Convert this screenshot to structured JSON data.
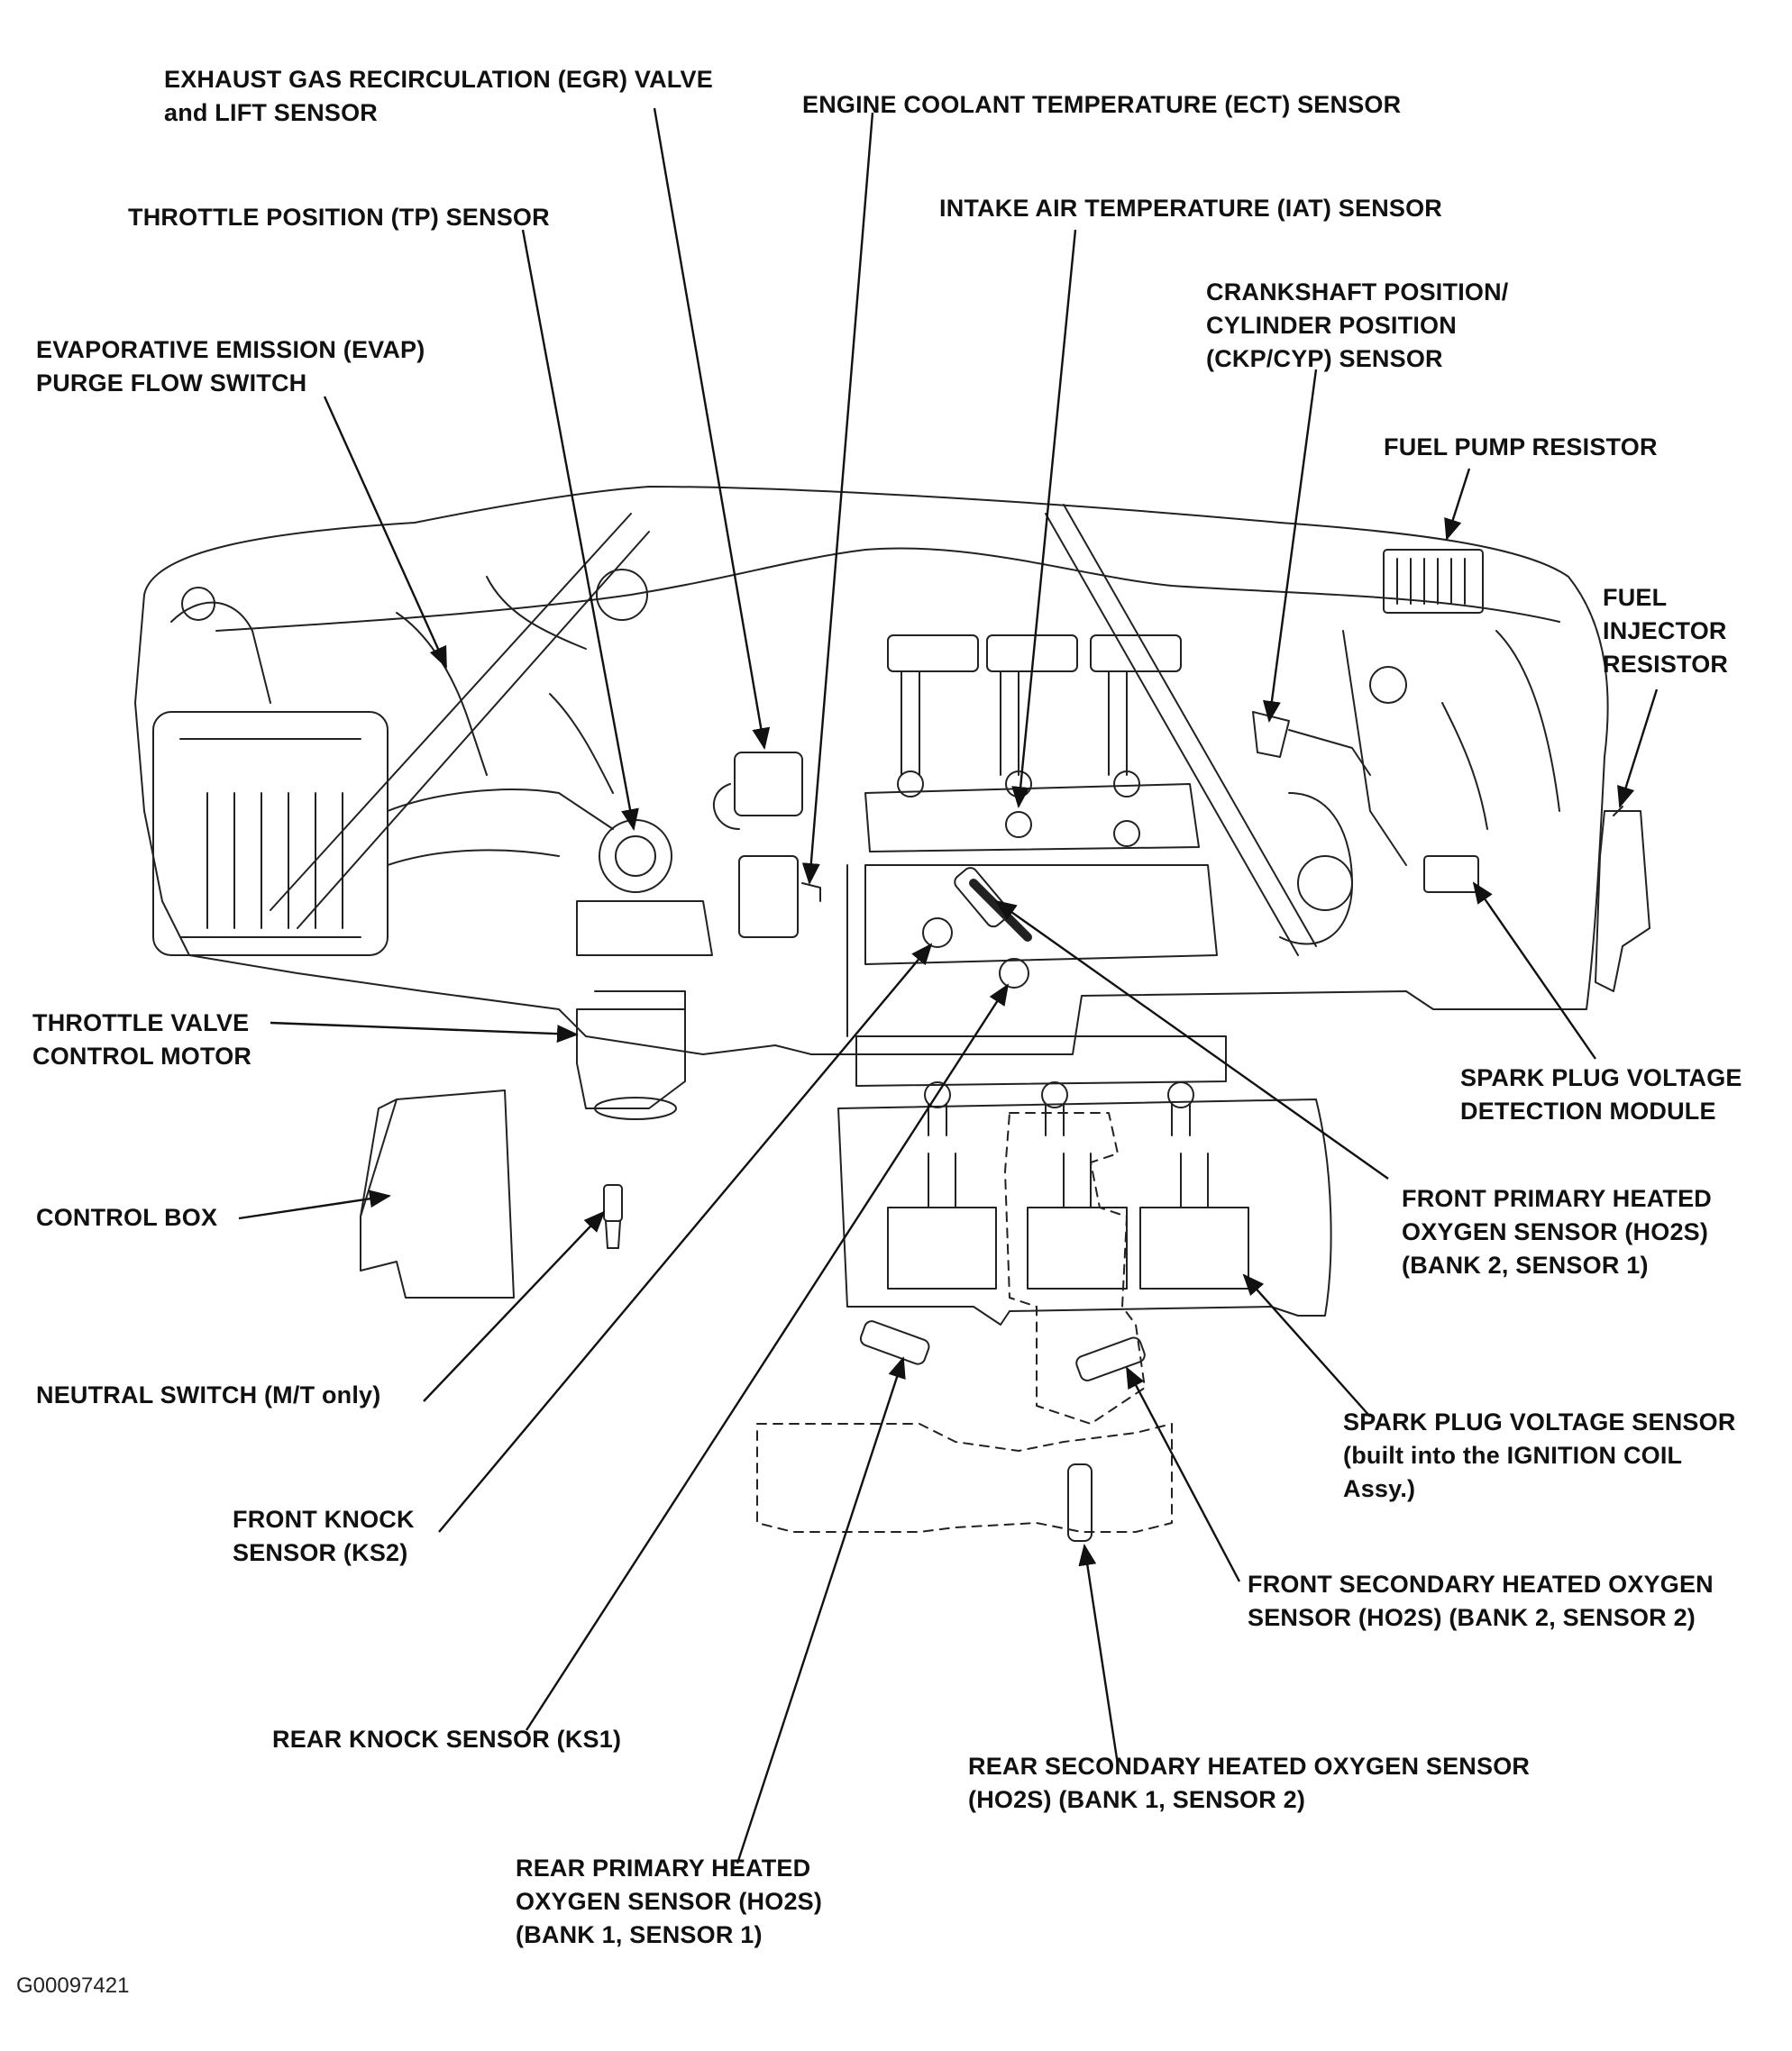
{
  "labels": {
    "egr": "EXHAUST GAS RECIRCULATION (EGR) VALVE\nand LIFT SENSOR",
    "ect": "ENGINE COOLANT TEMPERATURE (ECT) SENSOR",
    "tp": "THROTTLE POSITION (TP) SENSOR",
    "iat": "INTAKE AIR TEMPERATURE (IAT) SENSOR",
    "evap": "EVAPORATIVE EMISSION (EVAP)\nPURGE FLOW SWITCH",
    "ckp": "CRANKSHAFT POSITION/\nCYLINDER POSITION\n(CKP/CYP) SENSOR",
    "fuel_pump_resistor": "FUEL PUMP RESISTOR",
    "fuel_injector_resistor": "FUEL\nINJECTOR\nRESISTOR",
    "throttle_motor": "THROTTLE VALVE\nCONTROL MOTOR",
    "spark_module": "SPARK PLUG VOLTAGE\nDETECTION MODULE",
    "control_box": "CONTROL BOX",
    "front_primary_ho2s": "FRONT PRIMARY HEATED\nOXYGEN SENSOR (HO2S)\n(BANK 2, SENSOR 1)",
    "neutral_switch": "NEUTRAL SWITCH (M/T only)",
    "spark_sensor": "SPARK PLUG VOLTAGE SENSOR\n(built into the IGNITION COIL\nAssy.)",
    "front_knock": "FRONT KNOCK\nSENSOR (KS2)",
    "front_secondary_ho2s": "FRONT SECONDARY HEATED OXYGEN\nSENSOR (HO2S) (BANK 2, SENSOR 2)",
    "rear_knock": "REAR KNOCK SENSOR (KS1)",
    "rear_secondary_ho2s": "REAR SECONDARY HEATED OXYGEN SENSOR\n(HO2S) (BANK 1, SENSOR 2)",
    "rear_primary_ho2s": "REAR PRIMARY HEATED\nOXYGEN SENSOR (HO2S)\n(BANK 1, SENSOR 1)"
  },
  "figure_id": "G00097421",
  "colors": {
    "ink": "#111111",
    "background": "#ffffff"
  }
}
